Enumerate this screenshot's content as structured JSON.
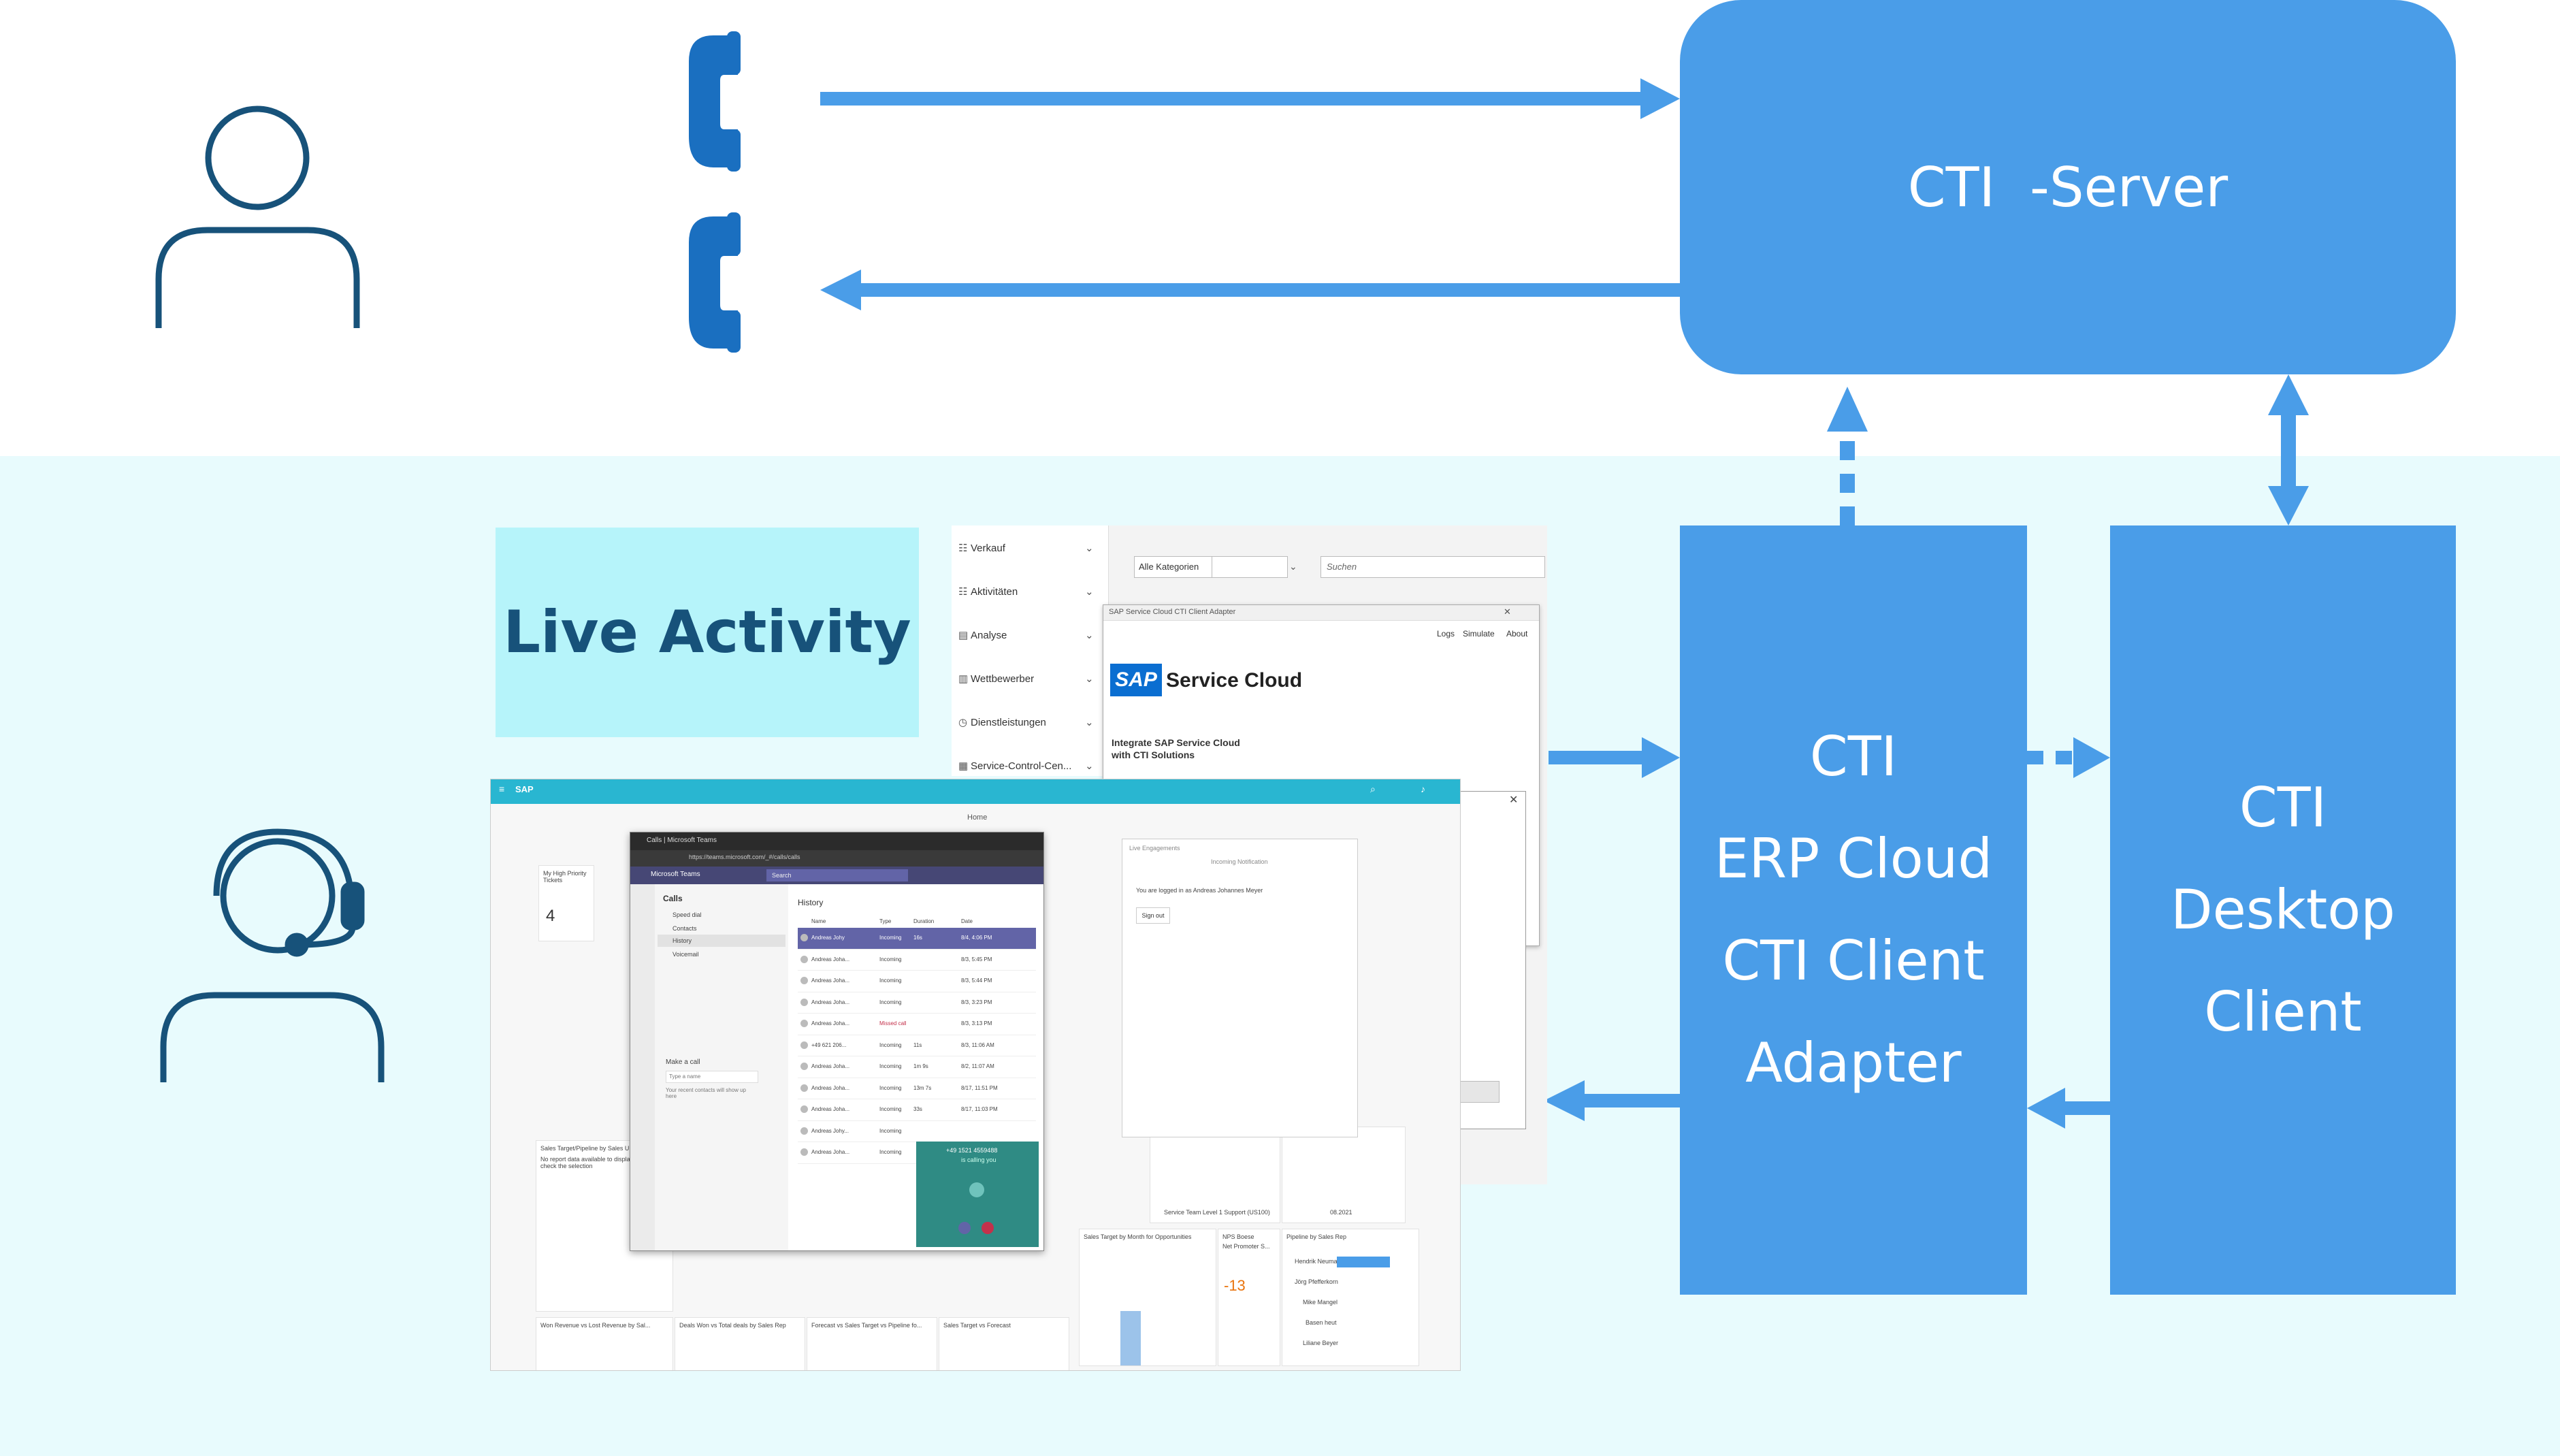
{
  "colors": {
    "accent_blue": "#4a9de8",
    "dark_blue": "#17527a",
    "phone_blue": "#1a6fc0",
    "lower_band": "#e8fbfd",
    "live_box": "#b6f4fa"
  },
  "icons": [
    "person-icon",
    "agent-headset-icon",
    "phone-icon"
  ],
  "server": {
    "label": "CTI  -Server"
  },
  "erp_adapter": {
    "lines": [
      "CTI",
      "ERP Cloud",
      "CTI Client",
      "Adapter"
    ]
  },
  "desktop_client": {
    "lines": [
      "CTI",
      "Desktop",
      "Client"
    ]
  },
  "live_activity": {
    "label": "Live Activity"
  },
  "sap_menu": {
    "items": [
      "Verkauf",
      "Aktivitäten",
      "Analyse",
      "Wettbewerber",
      "Dienstleistungen",
      "Service-Control-Cen..."
    ]
  },
  "filter_bar": {
    "category": "Alle Kategorien",
    "search_placeholder": "Suchen"
  },
  "cti_adapter_window": {
    "title": "SAP Service Cloud CTI Client Adapter",
    "menu": [
      "Logs",
      "Simulate",
      "About"
    ],
    "logo": "SAP",
    "product": "Service Cloud",
    "tagline_1": "Integrate SAP Service Cloud",
    "tagline_2": "with CTI Solutions"
  },
  "sap_app": {
    "brand": "SAP",
    "home_label": "Home",
    "tile_high_priority": "My High Priority Tickets",
    "tile_high_priority_value": "4",
    "tile_sales_target": "Sales Target/Pipeline by Sales Unit",
    "no_report": "No report data available to display; check the selection",
    "tile_nps": "NPS Boese",
    "tile_nps_sub": "Net Promoter S...",
    "tile_nps_value": "-13",
    "tile_sales_month": "Sales Target by Month for Opportunities",
    "tile_pipeline_rep": "Pipeline by Sales Rep",
    "tile_won_revenue": "Won Revenue vs Lost Revenue by Sal...",
    "tile_deals_won": "Deals Won vs Total deals by Sales Rep",
    "tile_forecast": "Forecast vs Sales Target vs Pipeline fo...",
    "tile_target_forecast": "Sales Target vs Forecast",
    "reps": [
      "Hendrik Neumann",
      "Jörg Pfefferkorn",
      "Mike Mangel",
      "Basen heut",
      "Liliane Beyer"
    ],
    "service_team": "Service Team Level 1 Support (US100)",
    "date_label": "08.2021"
  },
  "teams": {
    "browser_tab": "Calls | Microsoft Teams",
    "url": "https://teams.microsoft.com/_#/calls/calls",
    "app_name": "Microsoft Teams",
    "search": "Search",
    "calls_heading": "Calls",
    "nav": [
      "Speed dial",
      "Contacts",
      "History",
      "Voicemail"
    ],
    "history_heading": "History",
    "columns": [
      "Name",
      "Type",
      "Duration",
      "Date"
    ],
    "rows": [
      [
        "Andreas Johy",
        "Incoming",
        "16s",
        "8/4, 4:06 PM"
      ],
      [
        "Andreas Joha...",
        "Incoming",
        "",
        "8/3, 5:45 PM"
      ],
      [
        "Andreas Joha...",
        "Incoming",
        "",
        "8/3, 5:44 PM"
      ],
      [
        "Andreas Joha...",
        "Incoming",
        "",
        "8/3, 3:23 PM"
      ],
      [
        "Andreas Joha...",
        "Missed call",
        "",
        "8/3, 3:13 PM"
      ],
      [
        "+49 621 206...",
        "Incoming",
        "11s",
        "8/3, 11:06 AM"
      ],
      [
        "Andreas Joha...",
        "Incoming",
        "1m 9s",
        "8/2, 11:07 AM"
      ],
      [
        "Andreas Joha...",
        "Incoming",
        "13m 7s",
        "8/17, 11:51 PM"
      ],
      [
        "Andreas Joha...",
        "Incoming",
        "33s",
        "8/17, 11:03 PM"
      ],
      [
        "Andreas Johy...",
        "Incoming",
        "",
        ""
      ],
      [
        "Andreas Joha...",
        "Incoming",
        "",
        ""
      ]
    ],
    "make_call": "Make a call",
    "type_name": "Type a name",
    "recent_note": "Your recent contacts will show up here",
    "call_number": "+49 1521 4559488",
    "call_status": "is calling you"
  },
  "live_engagement": {
    "title": "Live Engagements",
    "subtitle": "Incoming Notification",
    "logged_in": "You are logged in as Andreas Johannes Meyer",
    "sign_out": "Sign out"
  }
}
